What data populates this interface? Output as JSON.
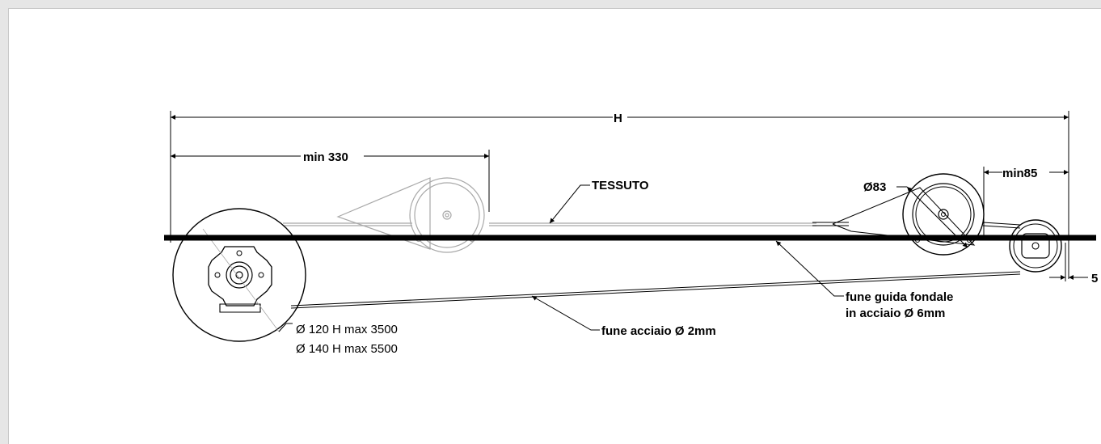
{
  "labels": {
    "h": "H",
    "min_330": "min 330",
    "tessuto": "TESSUTO",
    "d83": "Ø83",
    "min85": "min85",
    "five": "5",
    "fune_guida_1": "fune guida fondale",
    "fune_guida_2": "in acciaio Ø 6mm",
    "fune_acciaio": "fune acciaio Ø 2mm",
    "d120": "Ø 120 H max 3500",
    "d140": "Ø 140 H max 5500"
  },
  "colors": {
    "line": "#000000",
    "faded": "#a8a8a8",
    "frame_bg": "#e6e6e6",
    "paper": "#ffffff"
  }
}
